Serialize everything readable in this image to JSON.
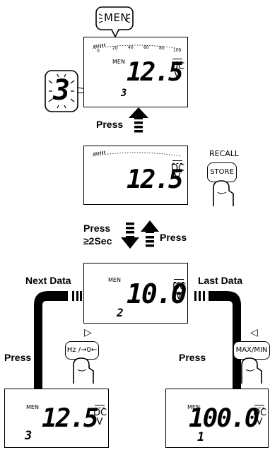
{
  "callouts": {
    "men_balloon": "MEN",
    "digit_balloon": "3"
  },
  "display_top": {
    "annunciator": "MEN",
    "reading": "12.5",
    "memory_index": "3",
    "unit_top": "DC",
    "unit_bottom": "V"
  },
  "display_middle": {
    "reading": "12.5",
    "unit_top": "DC",
    "unit_bottom": "V"
  },
  "display_center": {
    "annunciator": "MEN",
    "reading": "10.0",
    "memory_index": "2",
    "unit_top": "DC",
    "unit_bottom": "V"
  },
  "display_left": {
    "annunciator": "MEN",
    "reading": "12.5",
    "memory_index": "3",
    "unit_top": "DC",
    "unit_bottom": "V"
  },
  "display_right": {
    "annunciator": "MEN",
    "reading": "100.0",
    "memory_index": "1",
    "unit_top": "DC",
    "unit_bottom": "V"
  },
  "labels": {
    "press_up": "Press",
    "press_store": "Press",
    "press_2sec": "≥2Sec",
    "press_right": "Press",
    "next_data": "Next Data",
    "last_data": "Last Data",
    "press_left": "Press",
    "press_right_bottom": "Press"
  },
  "buttons": {
    "recall_label": "RECALL",
    "store_label": "STORE",
    "hz_label": "Hz /→0←",
    "maxmin_label": "MAX/MIN",
    "triangle_right": "▷",
    "triangle_left": "◁"
  },
  "scale_ticks": [
    "0",
    "20",
    "40",
    "60",
    "80",
    "100"
  ]
}
